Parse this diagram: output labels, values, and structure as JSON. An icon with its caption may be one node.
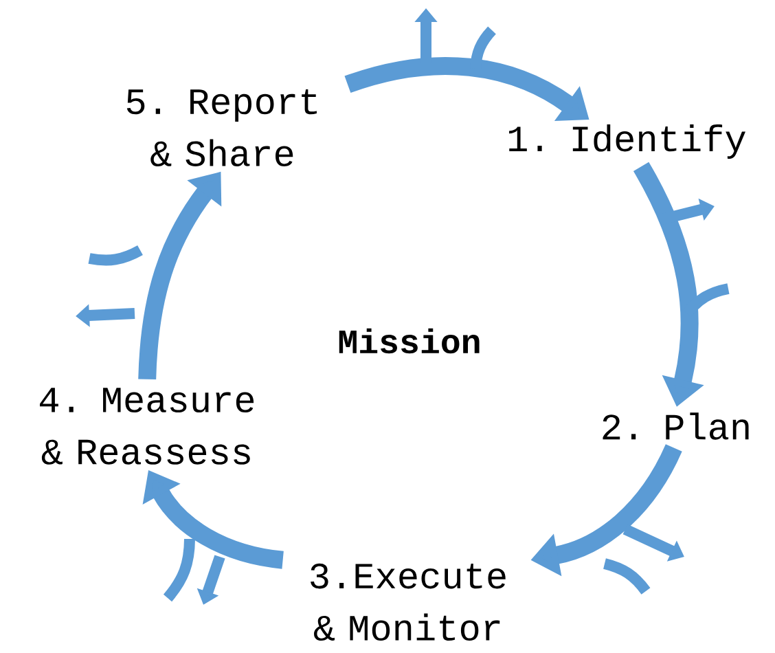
{
  "diagram": {
    "nodes": [
      {
        "text": [
          "1. Identify"
        ]
      },
      {
        "text": [
          "2. Plan"
        ]
      },
      {
        "text": [
          "3.Execute & Monitor"
        ]
      },
      {
        "text": [
          "4. Measure & Reassess"
        ]
      },
      {
        "text": [
          "5. Report & Share"
        ]
      }
    ],
    "edges": [
      {
        "from": 4,
        "to": 0,
        "arrow": "to"
      },
      {
        "from": 0,
        "to": 1,
        "arrow": "to"
      },
      {
        "from": 1,
        "to": 2,
        "arrow": "to"
      },
      {
        "from": 2,
        "to": 3,
        "arrow": "to"
      },
      {
        "from": 3,
        "to": 4,
        "arrow": "to"
      }
    ],
    "labels": [
      "Mission"
    ]
  }
}
